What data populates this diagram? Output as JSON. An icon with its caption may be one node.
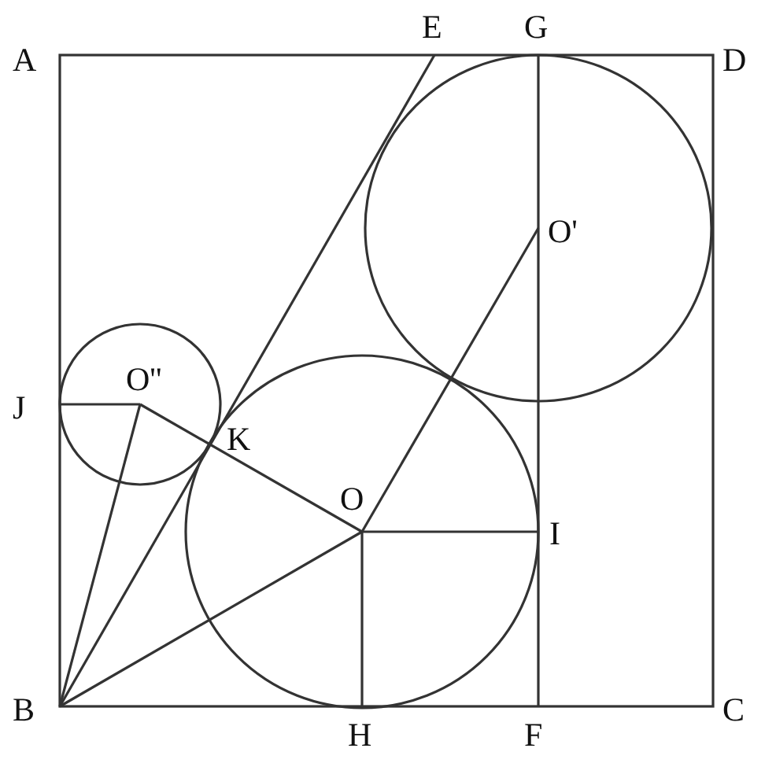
{
  "diagram": {
    "labels": [
      "E",
      "G",
      "A",
      "D",
      "O'",
      "J",
      "O''",
      "K",
      "O",
      "I",
      "B",
      "H",
      "F",
      "C"
    ]
  }
}
